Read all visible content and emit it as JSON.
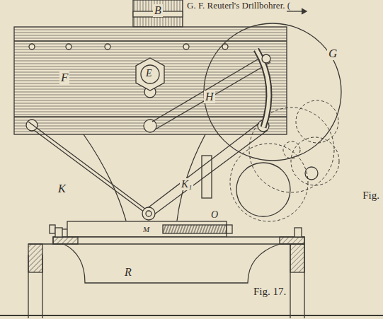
{
  "diagram": {
    "caption": "Fig. 17.",
    "labels": [
      "G. F. Reuterl's Drillbohrer. (",
      "B",
      "F",
      "E",
      "G",
      "H",
      "K",
      "K₁",
      "M",
      "O",
      "R",
      "Fig."
    ]
  }
}
